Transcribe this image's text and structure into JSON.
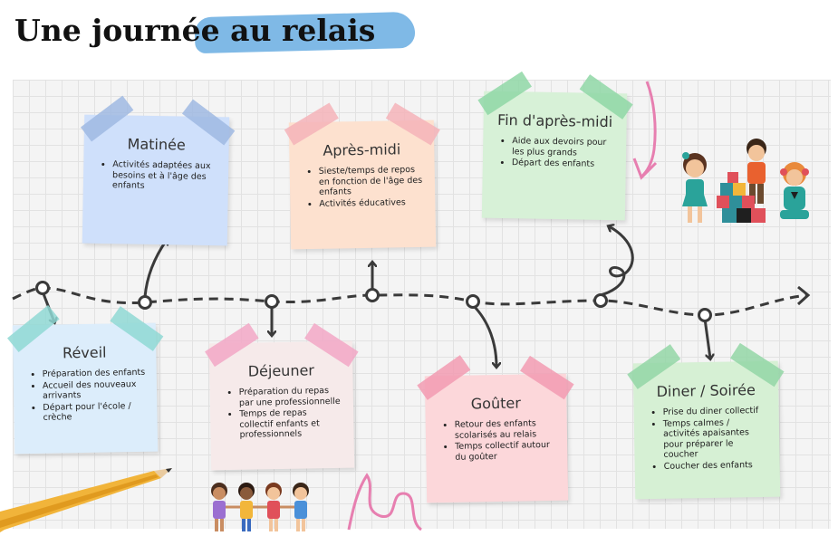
{
  "header": {
    "title_part1": "Une journée",
    "title_part2": "au relais"
  },
  "colors": {
    "highlight": "#7fb9e6",
    "path": "#3a3a3a",
    "pink_swirl": "#e77fb0"
  },
  "steps": [
    {
      "id": "reveil",
      "title": "Réveil",
      "items": [
        "Préparation des enfants",
        "Accueil des nouveaux arrivants",
        "Départ pour l'école / crèche"
      ],
      "color": "#dcedfb",
      "tape": "#8fd8d3"
    },
    {
      "id": "matinee",
      "title": "Matinée",
      "items": [
        "Activités adaptées aux besoins et à l'âge des enfants"
      ],
      "color": "#cfe0fb",
      "tape": "#9fb9e2"
    },
    {
      "id": "dejeuner",
      "title": "Déjeuner",
      "items": [
        "Préparation du repas par une professionnelle",
        "Temps de repas collectif enfants et professionnels"
      ],
      "color": "#f6eaea",
      "tape": "#f2a7c6"
    },
    {
      "id": "apres-midi",
      "title": "Après-midi",
      "items": [
        "Sieste/temps de repos en fonction de l'âge des enfants",
        "Activités éducatives"
      ],
      "color": "#fde1cf",
      "tape": "#f5b3b9"
    },
    {
      "id": "gouter",
      "title": "Goûter",
      "items": [
        "Retour des enfants scolarisés au relais",
        "Temps collectif autour du goûter"
      ],
      "color": "#fcd7da",
      "tape": "#f29bb1"
    },
    {
      "id": "fin-apres-midi",
      "title": "Fin d'après-midi",
      "items": [
        "Aide aux devoirs pour les plus grands",
        "Départ des enfants"
      ],
      "color": "#d7f1d7",
      "tape": "#8fd7a6"
    },
    {
      "id": "diner",
      "title": "Diner / Soirée",
      "items": [
        "Prise du diner collectif",
        "Temps calmes / activités apaisantes pour préparer le coucher",
        "Coucher des enfants"
      ],
      "color": "#d6f0d4",
      "tape": "#93d6a6"
    }
  ]
}
